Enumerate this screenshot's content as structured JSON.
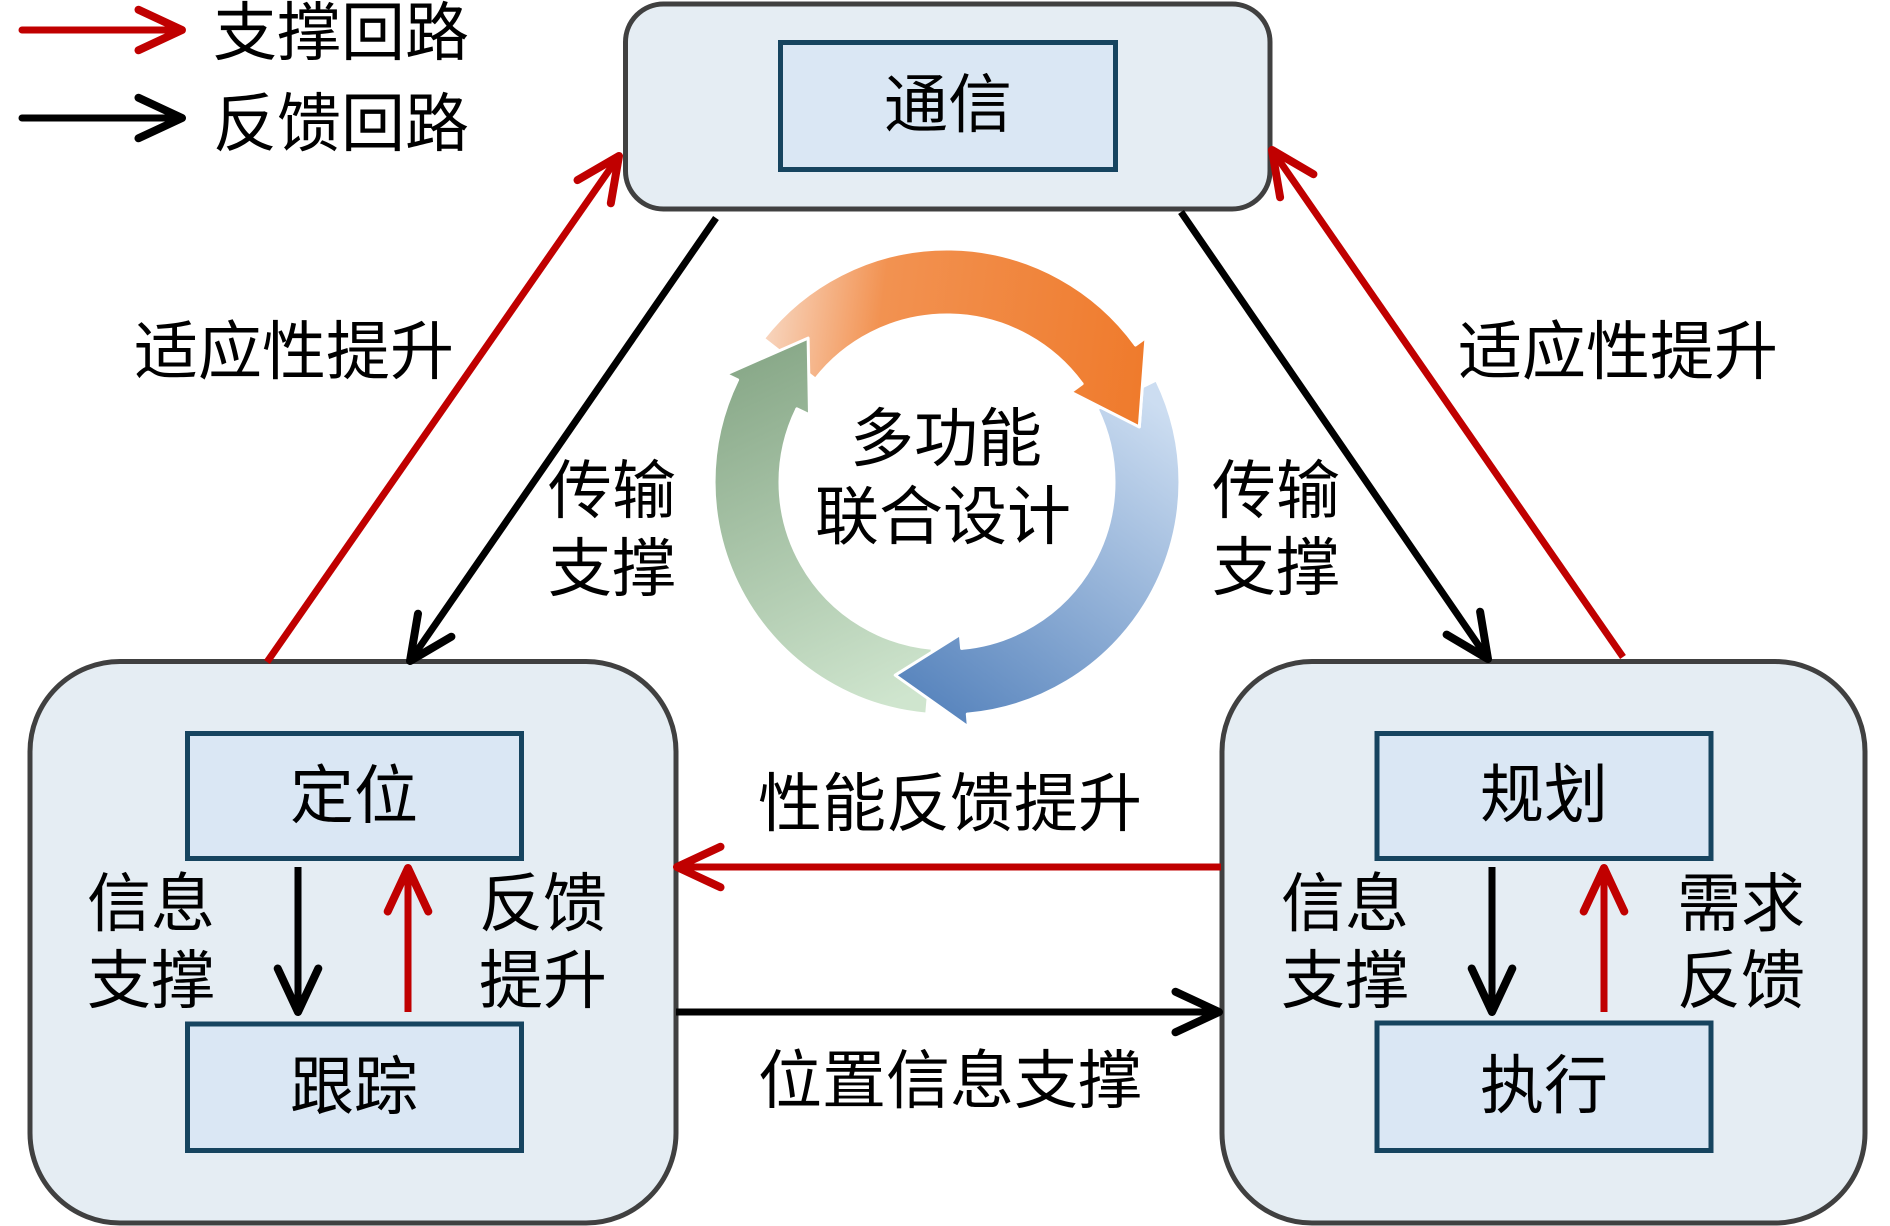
{
  "legend": {
    "support_loop": {
      "label": "支撑回路"
    },
    "feedback_loop": {
      "label": "反馈回路"
    }
  },
  "colors": {
    "support_loop": "#C00000",
    "feedback_loop": "#000000",
    "module_fill": "#E5EDF3",
    "module_border": "#404040",
    "function_fill": "#DAE7F4",
    "function_border": "#16445F",
    "ring_orange": [
      "#F8D8C3",
      "#F29251",
      "#EF7A2B"
    ],
    "ring_blue": [
      "#CCDDF1",
      "#5A86BE"
    ],
    "ring_green": [
      "#88A888",
      "#CFE5CE"
    ]
  },
  "modules": {
    "communication": {
      "function": "通信"
    },
    "localization": {
      "top_function": "定位",
      "bottom_function": "跟踪"
    },
    "planning": {
      "top_function": "规划",
      "bottom_function": "执行"
    }
  },
  "center": {
    "title_lines": [
      "多功能",
      "联合设计"
    ]
  },
  "links": {
    "localization_to_communication": {
      "label": "适应性提升"
    },
    "communication_to_localization": {
      "label_lines": [
        "传输",
        "支撑"
      ]
    },
    "communication_to_planning": {
      "label_lines": [
        "传输",
        "支撑"
      ]
    },
    "planning_to_communication": {
      "label": "适应性提升"
    },
    "planning_to_localization": {
      "label": "性能反馈提升"
    },
    "localization_to_planning": {
      "label": "位置信息支撑"
    },
    "localization_down": {
      "label_lines": [
        "信息",
        "支撑"
      ]
    },
    "localization_up": {
      "label_lines": [
        "反馈",
        "提升"
      ]
    },
    "planning_down": {
      "label_lines": [
        "信息",
        "支撑"
      ]
    },
    "planning_up": {
      "label_lines": [
        "需求",
        "反馈"
      ]
    }
  }
}
